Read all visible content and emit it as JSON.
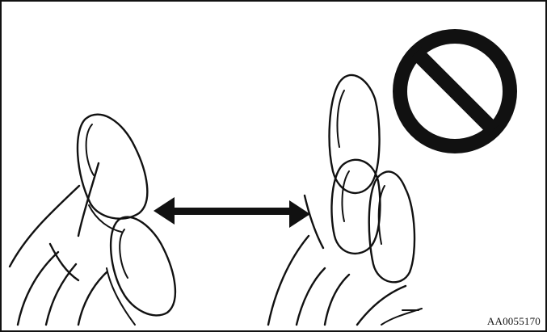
{
  "figure": {
    "id_label": "AA0055170",
    "stroke_color": "#111111",
    "background_color": "#ffffff",
    "prohibition_symbol": "prohibited-icon",
    "illustrations": [
      "left-hand-two-fingers",
      "right-hand-pinched-fingers",
      "double-headed-arrow"
    ]
  }
}
